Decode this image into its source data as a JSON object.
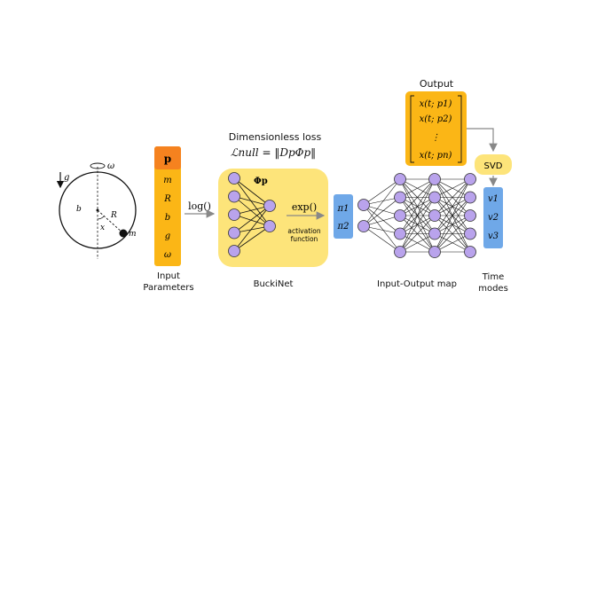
{
  "pendulum": {
    "gravity_label": "g",
    "omega_label": "ω",
    "b_label": "b",
    "R_label": "R",
    "x_label": "x",
    "m_label": "m"
  },
  "input_params": {
    "header": "p",
    "items": [
      "m",
      "R",
      "b",
      "g",
      "ω"
    ],
    "caption_line1": "Input",
    "caption_line2": "Parameters",
    "header_color": "#f5821f",
    "body_color": "#fbb616"
  },
  "log_label": "log()",
  "buckinet": {
    "title": "Dimensionless loss",
    "loss_formula": "ℒnull = ‖DpΦp‖",
    "phi_label": "Φp",
    "exp_label": "exp()",
    "activation_line1": "activation",
    "activation_line2": "function",
    "caption": "BuckiNet",
    "box_color": "#fde47a"
  },
  "pi_box": {
    "items": [
      "π1",
      "π2"
    ],
    "color": "#6fa8e8"
  },
  "io_map": {
    "caption": "Input-Output map"
  },
  "output": {
    "title": "Output",
    "rows": [
      "x(t; p1)",
      "x(t; p2)",
      "⋮",
      "x(t; pn)"
    ],
    "color": "#fbb616"
  },
  "svd": {
    "label": "SVD",
    "color": "#fde47a"
  },
  "time_modes": {
    "items": [
      "v1",
      "v2",
      "v3"
    ],
    "caption_line1": "Time",
    "caption_line2": "modes",
    "color": "#6fa8e8"
  },
  "neuron_color": "#b9a3ec"
}
